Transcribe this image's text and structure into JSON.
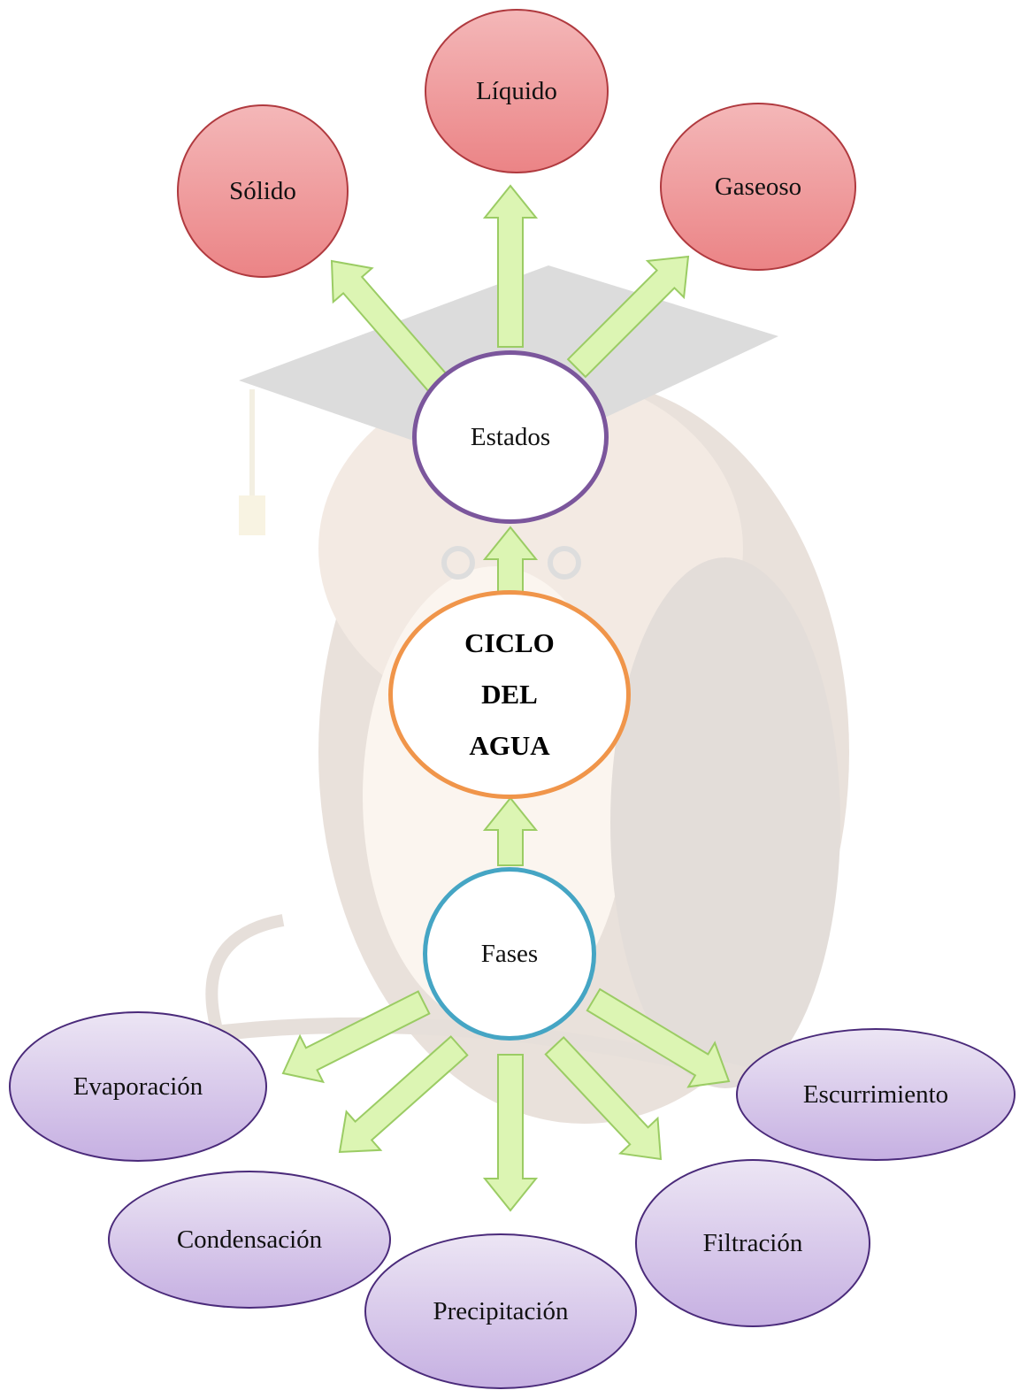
{
  "diagram": {
    "center": {
      "lines": [
        "CICLO",
        "DEL",
        "AGUA"
      ]
    },
    "states_hub": {
      "label": "Estados"
    },
    "phases_hub": {
      "label": "Fases"
    },
    "states": [
      {
        "label": "Sólido"
      },
      {
        "label": "Líquido"
      },
      {
        "label": "Gaseoso"
      }
    ],
    "phases": [
      {
        "label": "Evaporación"
      },
      {
        "label": "Condensación"
      },
      {
        "label": "Precipitación"
      },
      {
        "label": "Filtración"
      },
      {
        "label": "Escurrimiento"
      }
    ]
  },
  "colors": {
    "arrow_fill": "#dcf5b3",
    "arrow_stroke": "#9bcc64",
    "state_border": "#b03a3f",
    "phase_border": "#4a2a7a",
    "states_hub_border": "#7b569c",
    "cycle_border": "#f0954a",
    "phases_hub_border": "#45a5c4"
  },
  "background": {
    "image": "owl-with-graduation-cap (faded watermark)"
  }
}
